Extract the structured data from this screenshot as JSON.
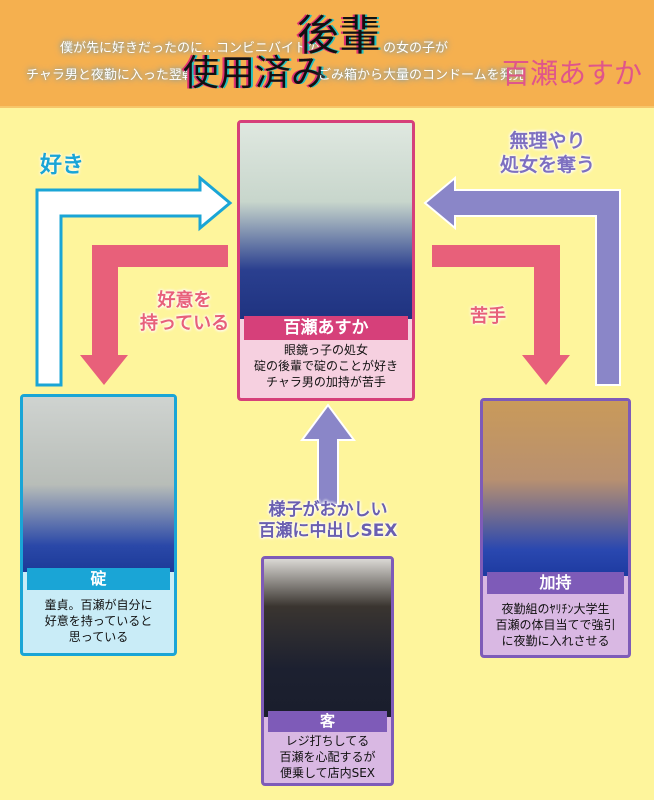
{
  "header": {
    "line1_pre": "僕が先に好きだったのに…コンビニバイトの",
    "line1_big": "後輩",
    "line1_post": "の女の子が",
    "line2_pre": "チャラ男と夜勤に入った翌朝、",
    "line2_big": "使用済み",
    "line2_post": "ごみ箱から大量のコンドームを発見",
    "actress": "百瀬あすか"
  },
  "colors": {
    "background": "#fef59c",
    "header": "#f5b04f",
    "pink": "#e8607a",
    "cyan": "#1aa5d6",
    "purple": "#7e5bb8",
    "lavender": "#8a86c8"
  },
  "characters": {
    "center": {
      "name": "百瀬あすか",
      "desc": [
        "眼鏡っ子の処女",
        "碇の後輩で碇のことが好き",
        "チャラ男の加持が苦手"
      ]
    },
    "left": {
      "name": "碇",
      "desc": [
        "童貞。百瀬が自分に",
        "好意を持っていると",
        "思っている"
      ]
    },
    "right": {
      "name": "加持",
      "desc": [
        "夜勤組のﾔﾘﾁﾝ大学生",
        "百瀬の体目当てで強引",
        "に夜勤に入れさせる"
      ]
    },
    "bottom": {
      "name": "客",
      "desc": [
        "レジ打ちしてる",
        "百瀬を心配するが",
        "便乗して店内SEX"
      ]
    }
  },
  "relations": {
    "left_to_center": "好き",
    "center_to_left": [
      "好意を",
      "持っている"
    ],
    "right_to_center": [
      "無理やり",
      "処女を奪う"
    ],
    "center_to_right": "苦手",
    "bottom_to_center": [
      "様子がおかしい",
      "百瀬に中出しSEX"
    ]
  }
}
